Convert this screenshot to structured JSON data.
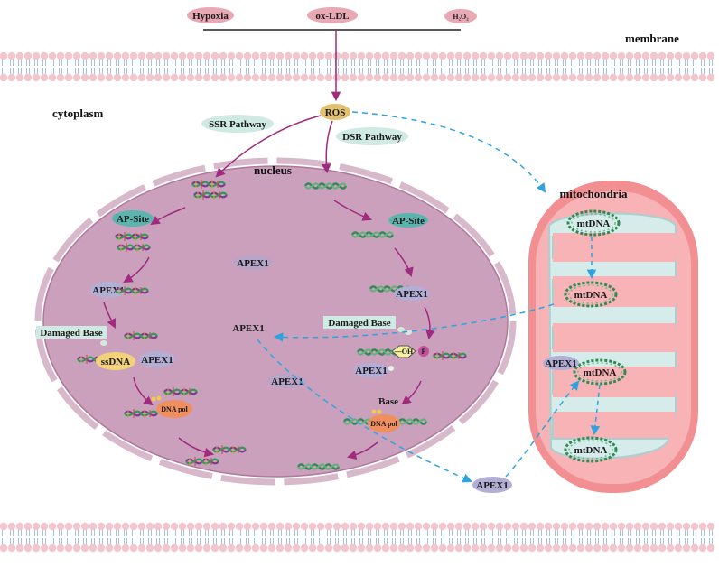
{
  "stimuli": [
    "Hypoxia",
    "ox-LDL",
    "H₂O₂"
  ],
  "compartments": {
    "membrane": "membrane",
    "cytoplasm": "cytoplasm",
    "nucleus": "nucleus",
    "mitochondria": "mitochondria"
  },
  "ros": "ROS",
  "pathways": {
    "ssr": "SSR Pathway",
    "dsr": "DSR Pathway"
  },
  "labels": {
    "ap_site": "AP-Site",
    "apex1": "APEX1",
    "damaged_base": "Damaged Base",
    "ssdna": "ssDNA",
    "dna_pol": "DNA pol",
    "oh": "—OH",
    "p": "P",
    "base": "Base",
    "mtdna": "mtDNA"
  },
  "colors": {
    "membrane_head": "#f4c5cc",
    "membrane_tail": "#8fb2d8",
    "nucleus_fill": "#caa0bc",
    "nucleus_border": "#b07898",
    "mito_outer": "#f28f92",
    "mito_inner": "#d5ecea",
    "ros_fill": "#e2c170",
    "teal_badge": "#cfe9e3",
    "pink_badge": "#e8a8b4",
    "apex_fill": "#b3aed6",
    "pol_fill": "#ef8f5e",
    "arrow_purple": "#a02a7e",
    "arrow_blue": "#2fa3e0"
  }
}
